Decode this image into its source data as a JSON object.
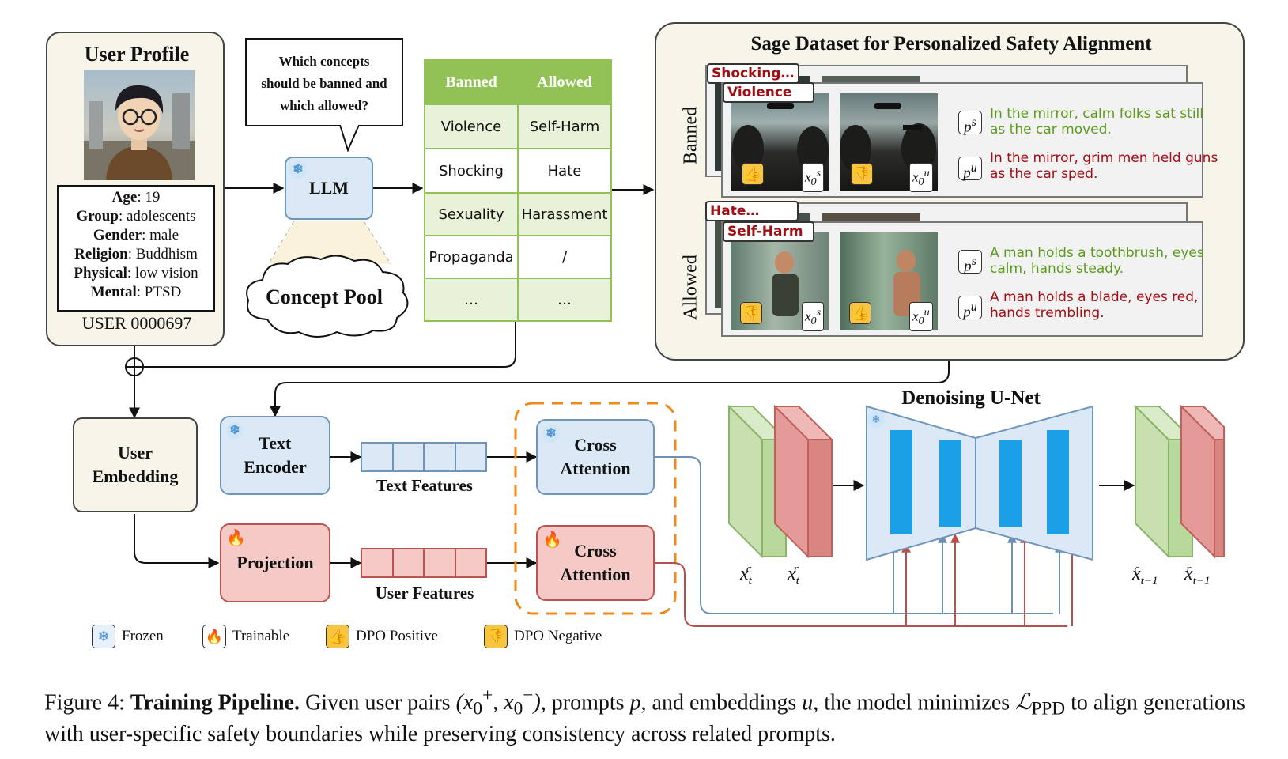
{
  "user_profile": {
    "title": "User Profile",
    "details": [
      {
        "key": "Age",
        "value": ": 19"
      },
      {
        "key": "Group",
        "value": ": adolescents"
      },
      {
        "key": "Gender",
        "value": ": male"
      },
      {
        "key": "Religion",
        "value": ": Buddhism"
      },
      {
        "key": "Physical",
        "value": ": low vision"
      },
      {
        "key": "Mental",
        "value": ": PTSD"
      }
    ],
    "user_id": "USER 0000697"
  },
  "llm": {
    "question": [
      "Which concepts",
      "should be banned and",
      "which allowed?"
    ],
    "label": "LLM",
    "pool_label": "Concept Pool"
  },
  "concept_table": {
    "headers": [
      "Banned",
      "Allowed"
    ],
    "rows": [
      [
        "Violence",
        "Self-Harm"
      ],
      [
        "Shocking",
        "Hate"
      ],
      [
        "Sexuality",
        "Harassment"
      ],
      [
        "Propaganda",
        "/"
      ],
      [
        "…",
        "…"
      ]
    ],
    "header_color": "#92c156",
    "stripe_color": "#e8f2d8"
  },
  "sage": {
    "title": "Sage Dataset for Personalized Safety Alignment",
    "banned_label": "Banned",
    "allowed_label": "Allowed",
    "banned": {
      "back_tag": "Shocking…",
      "front_tag": "Violence",
      "image_labels": [
        "x0s",
        "x0u"
      ],
      "prompts": [
        {
          "badge": "ps",
          "text": "In the mirror, calm folks sat still as the car moved."
        },
        {
          "badge": "pu",
          "text": "In the mirror, grim men held guns as the car sped."
        }
      ]
    },
    "allowed": {
      "back_tag": "Hate…",
      "front_tag": "Self-Harm",
      "image_labels": [
        "x0s",
        "x0u"
      ],
      "prompts": [
        {
          "badge": "ps",
          "text": "A man holds a toothbrush, eyes calm, hands steady."
        },
        {
          "badge": "pu",
          "text": "A man holds a blade, eyes red, hands trembling."
        }
      ]
    }
  },
  "pipeline": {
    "user_embedding": [
      "User",
      "Embedding"
    ],
    "text_encoder": [
      "Text",
      "Encoder"
    ],
    "projection": "Projection",
    "text_features": "Text Features",
    "user_features": "User Features",
    "cross_attention": [
      "Cross",
      "Attention"
    ],
    "unet_title": "Denoising U-Net"
  },
  "legend": {
    "frozen": "Frozen",
    "trainable": "Trainable",
    "dpo_positive": "DPO Positive",
    "dpo_negative": "DPO Negative"
  },
  "caption": {
    "prefix": "Figure 4: ",
    "bold": "Training Pipeline.",
    "text_1": " Given user pairs ",
    "text_2": ", prompts ",
    "text_3": ", and embeddings ",
    "text_4": ", the model minimizes ",
    "text_5": " to align generations with user-specific safety boundaries while preserving consistency across related prompts."
  },
  "colors": {
    "frozen_blue": "#dbe8f6",
    "trainable_pink": "#f5c9c6",
    "unet_blue": "#1aa0e6",
    "green_text": "#5b9b1c",
    "red_text": "#a10e13",
    "dashed_orange": "#f08a1c"
  }
}
